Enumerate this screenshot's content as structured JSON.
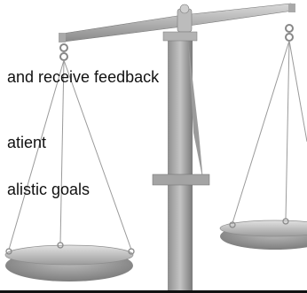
{
  "bullets": [
    {
      "text": "and receive feedback"
    },
    {
      "text": "atient"
    },
    {
      "text": "alistic goals"
    }
  ],
  "colors": {
    "background": "#ffffff",
    "text": "#111111",
    "metal_light": "#d6d6d6",
    "metal_mid": "#a9a9a9",
    "metal_dark": "#6f6f6f",
    "border": "#111111"
  },
  "illustration": {
    "icon": "balance-scale-icon"
  }
}
